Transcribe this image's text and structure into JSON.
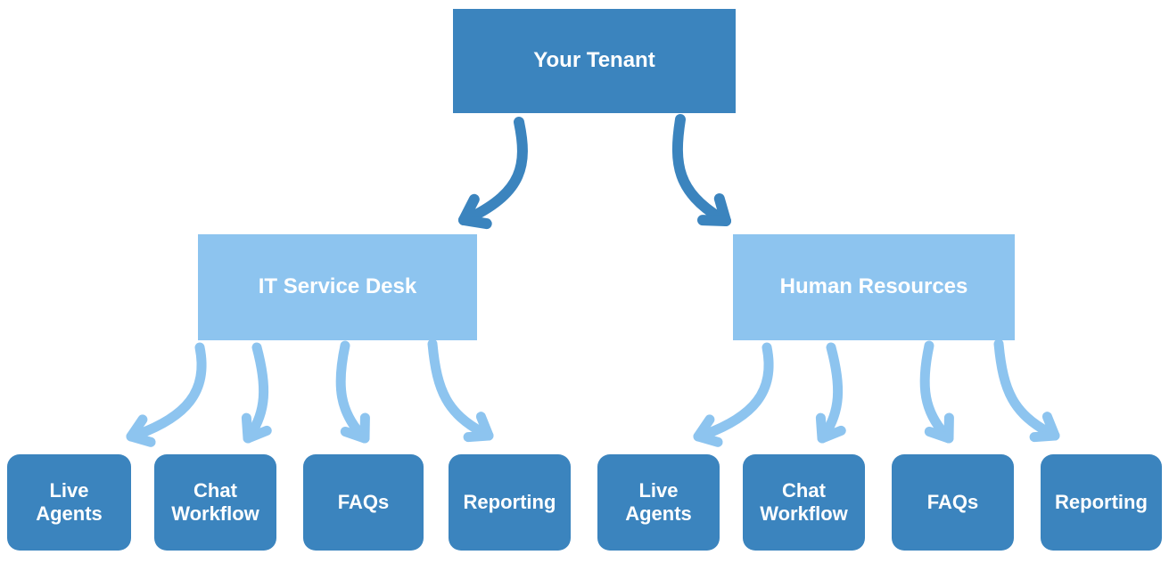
{
  "diagram": {
    "root": {
      "label": "Your Tenant"
    },
    "groups": [
      {
        "label": "IT Service Desk",
        "children": [
          {
            "label": "Live Agents"
          },
          {
            "label": "Chat Workflow"
          },
          {
            "label": "FAQs"
          },
          {
            "label": "Reporting"
          }
        ]
      },
      {
        "label": "Human Resources",
        "children": [
          {
            "label": "Live Agents"
          },
          {
            "label": "Chat Workflow"
          },
          {
            "label": "FAQs"
          },
          {
            "label": "Reporting"
          }
        ]
      }
    ],
    "colors": {
      "node_primary": "#3B84BE",
      "node_secondary": "#8DC4EF",
      "label_text": "#FFFFFF",
      "background": "#FFFFFF"
    }
  }
}
